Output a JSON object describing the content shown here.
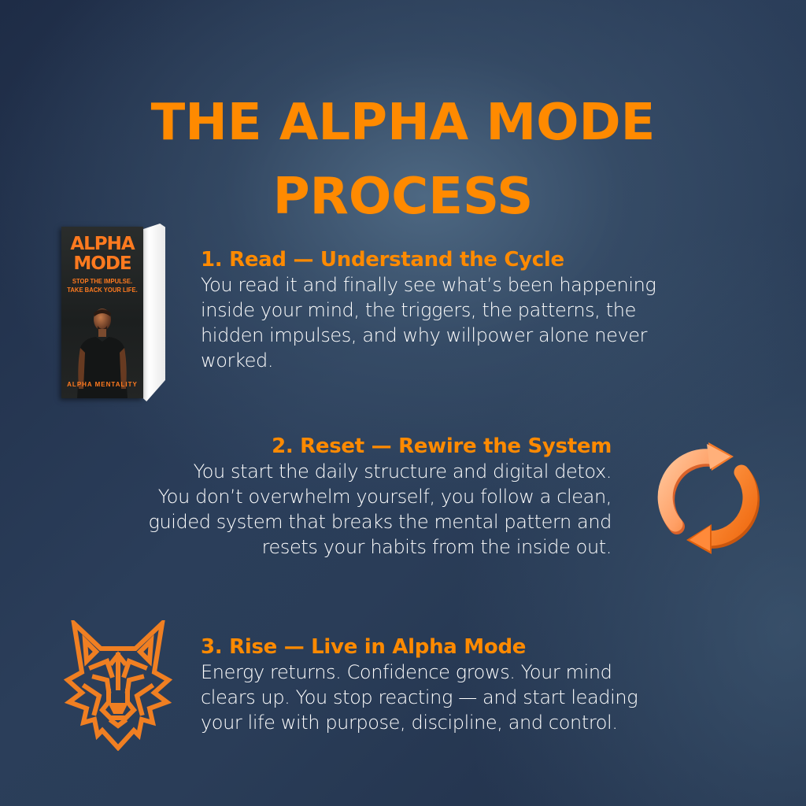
{
  "title": {
    "line1": "THE ALPHA MODE",
    "line2": "PROCESS"
  },
  "colors": {
    "accent": "#ff8a00",
    "background_dark": "#1e2c46",
    "background_light": "#4d6780",
    "text": "#ffffff"
  },
  "book": {
    "icon": "book-cover-image",
    "title_line1": "ALPHA",
    "title_line2": "MODE",
    "subtitle_line1": "STOP THE IMPULSE.",
    "subtitle_line2": "TAKE BACK YOUR LIFE.",
    "author": "ALPHA MENTALITY"
  },
  "steps": [
    {
      "heading": "1. Read — Understand the Cycle",
      "icon": "book-icon",
      "lines": [
        "You read it and finally see what’s been happening",
        "inside your mind, the triggers, the patterns, the",
        "hidden impulses, and why willpower alone never",
        "worked."
      ]
    },
    {
      "heading": "2. Reset — Rewire the System",
      "icon": "refresh-cycle-icon",
      "lines": [
        "You start the daily structure and digital detox.",
        "You don’t overwhelm yourself, you follow a clean,",
        "guided system that breaks the mental pattern and",
        "resets your habits from the inside out."
      ]
    },
    {
      "heading": "3. Rise — Live in Alpha Mode",
      "icon": "wolf-head-icon",
      "lines": [
        "Energy returns. Confidence grows. Your mind",
        "clears up. You stop reacting — and start leading",
        "your life with purpose, discipline, and control."
      ]
    }
  ]
}
